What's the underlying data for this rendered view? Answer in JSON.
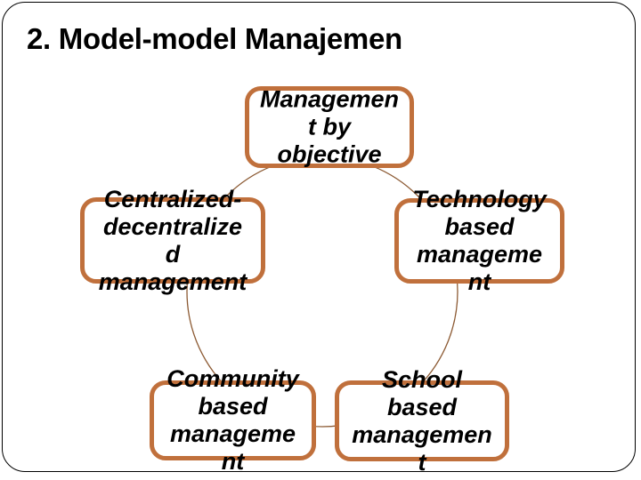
{
  "slide": {
    "title": "2. Model-model Manajemen",
    "accent_color": "#C0703C",
    "frame_color": "#000000",
    "background_color": "#FFFFFF",
    "text_color": "#000000"
  },
  "diagram": {
    "type": "cycle",
    "connector_color": "#8C5A33",
    "nodes": [
      {
        "id": "mbo",
        "label": "Managemen\nt by\nobjective"
      },
      {
        "id": "central",
        "label": "Centralized-\ndecentralize\nd\nmanagement"
      },
      {
        "id": "tech",
        "label": "Technology\nbased\nmanageme\nnt"
      },
      {
        "id": "community",
        "label": "Community\nbased\nmanageme\nnt"
      },
      {
        "id": "school",
        "label": "School\nbased\nmanagemen\nt"
      }
    ]
  }
}
